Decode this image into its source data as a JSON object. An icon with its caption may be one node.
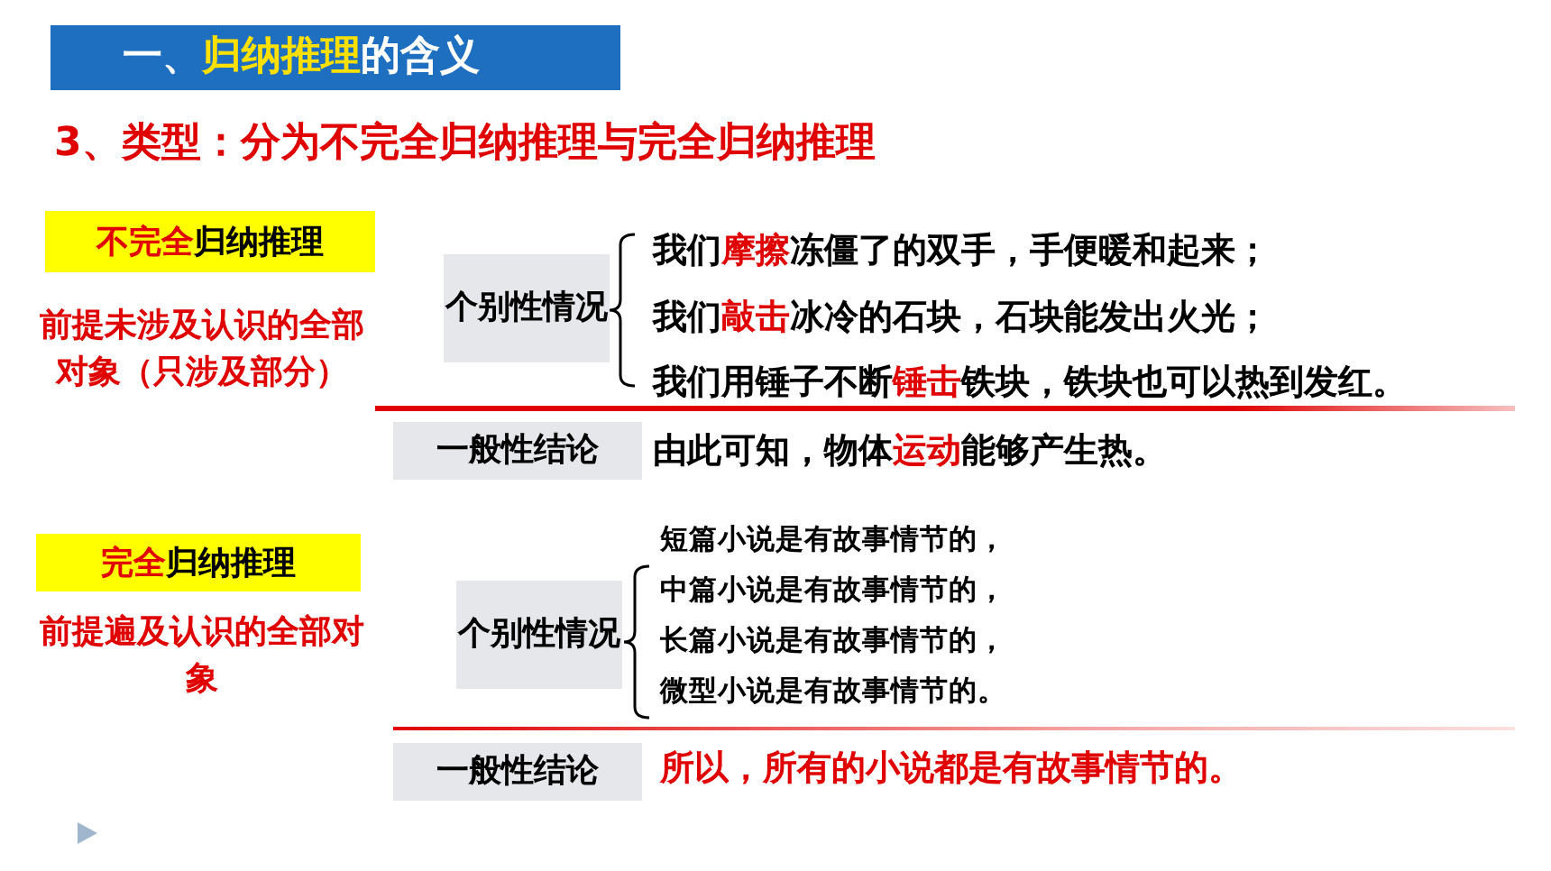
{
  "diagram": {
    "title": "一、**归纳推理**的含义",
    "nodes": [
      {
        "text": [
          "**不完全**归纳推理"
        ]
      },
      {
        "text": [
          "个别性情况"
        ]
      },
      {
        "text": [
          "一般性结论"
        ]
      },
      {
        "text": [
          "**完全**归纳推理"
        ]
      },
      {
        "text": [
          "个别性情况"
        ]
      },
      {
        "text": [
          "一般性结论"
        ]
      }
    ],
    "labels": [
      "3、类型：分为不完全归纳推理与完全归纳推理",
      "前提未涉及认识的全部对象（只涉及部分）",
      "我们**摩擦**冻僵了的双手，手便暖和起来；",
      "我们**敲击**冰冷的石块，石块能发出火光；",
      "我们用锤子不断**锤击**铁块，铁块也可以热到发红。",
      "由此可知，物体**运动**能够产生热。",
      "前提遍及认识的全部对象",
      "短篇小说是有故事情节的，",
      "中篇小说是有故事情节的，",
      "长篇小说是有故事情节的，",
      "微型小说是有故事情节的。",
      "所以，所有的小说都是有故事情节的。"
    ]
  }
}
